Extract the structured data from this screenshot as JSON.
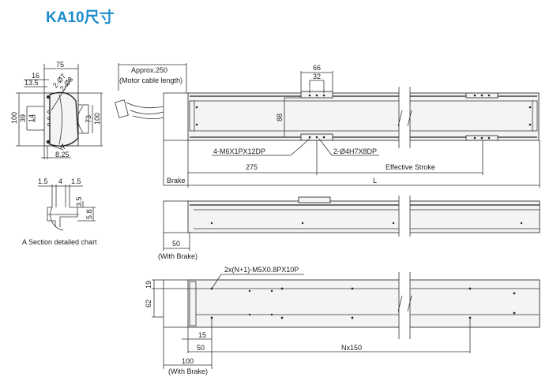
{
  "title": "KA10尺寸",
  "colors": {
    "title": "#1a8ccc",
    "line": "#333333"
  },
  "end_view": {
    "dims": {
      "width_75": "75",
      "d16": "16",
      "d13_5": "13.5",
      "hole_7": "2-Ø7",
      "hole_8": "2-Ø8",
      "h100_left": "100",
      "h39": "39",
      "h14": "14",
      "h73": "73",
      "h100_right": "100",
      "section_mark": "A",
      "d8_25": "8.25"
    }
  },
  "section_detail": {
    "dims": {
      "a": "1.5",
      "b": "4",
      "c": "1.5",
      "d": "3.5",
      "e": "5.8"
    },
    "caption": "A Section detailed chart"
  },
  "top_view": {
    "cable_length": "Approx.250",
    "cable_note": "(Motor cable length)",
    "d66": "66",
    "d32": "32",
    "d88": "88",
    "tap_note": "4-M6X1PX12DP",
    "pin_note": "2-Ø4H7X8DP",
    "d275": "275",
    "effective_stroke": "Effective Stroke",
    "brake": "Brake",
    "length": "L"
  },
  "side_view": {
    "d50": "50",
    "with_brake": "(With Brake)"
  },
  "bottom_view": {
    "hole_note": "2x(N+1)-M5X0.8PX10P",
    "d19": "19",
    "d62": "62",
    "d15": "15",
    "d50": "50",
    "pitch": "Nx150",
    "d100": "100",
    "with_brake": "(With Brake)"
  }
}
